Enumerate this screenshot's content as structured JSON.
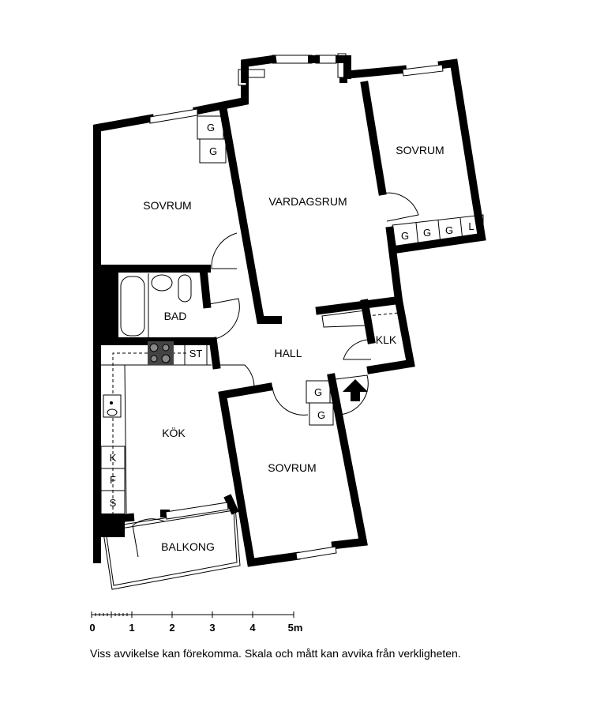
{
  "rooms": {
    "sovrum_left": "SOVRUM",
    "vardagsrum": "VARDAGSRUM",
    "sovrum_right": "SOVRUM",
    "bad": "BAD",
    "hall": "HALL",
    "klk": "KLK",
    "kok": "KÖK",
    "sovrum_bottom": "SOVRUM",
    "balkong": "BALKONG"
  },
  "fixtures": {
    "g": "G",
    "l": "L",
    "st": "ST",
    "k": "K",
    "f": "F",
    "s": "S"
  },
  "scale": {
    "ticks": [
      "0",
      "1",
      "2",
      "3",
      "4",
      "5m"
    ]
  },
  "disclaimer": "Viss avvikelse kan förekomma. Skala och mått kan avvika från verkligheten."
}
